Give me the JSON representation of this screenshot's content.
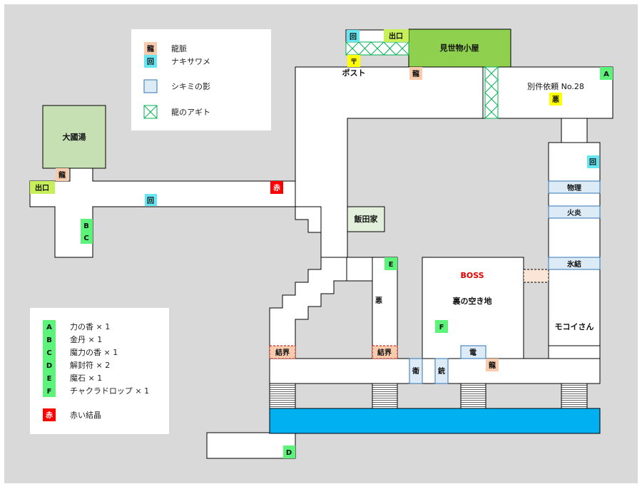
{
  "title": "",
  "colors": {
    "background": "#d9d9d9",
    "floor": "#ffffff",
    "ryu": "#f8cbad",
    "nakisawame": "#66e6f0",
    "shikimi": "#ddebf7",
    "agito": "#00b050",
    "item": "#5df27a",
    "aka": "#ff0000",
    "post": "#ffff00",
    "aku": "#ffff00",
    "misemono": "#8fd14f",
    "ookuni": "#c6e0b4",
    "water": "#00b0f0"
  },
  "rooms": {
    "misemono": "見世物小屋",
    "ookuni": "大國湯",
    "iida": "飯田家",
    "ura": "裏の空き地",
    "boss": "BOSS",
    "mokoi": "モコイさん",
    "request": "別件依頼 No.28",
    "post": "ポスト"
  },
  "markers": {
    "ryu": "龍",
    "kai": "回",
    "exit": "出口",
    "aka": "赤",
    "aku": "悪",
    "post": "〒",
    "kekkai": "結界",
    "butsuri": "物理",
    "kaen": "火炎",
    "hyouketsu": "氷結",
    "den": "電",
    "ei": "衛",
    "jyuu": "銃"
  },
  "items": {
    "A": "A",
    "B": "B",
    "C": "C",
    "D": "D",
    "E": "E",
    "F": "F"
  },
  "legend_top": [
    {
      "symbol": "龍",
      "label": "龍脈"
    },
    {
      "symbol": "回",
      "label": "ナキサワメ"
    },
    {
      "symbol": "",
      "label": "シキミの影"
    },
    {
      "symbol": "",
      "label": "龍のアギト"
    }
  ],
  "legend_items": [
    {
      "symbol": "A",
      "label": "力の香 × 1"
    },
    {
      "symbol": "B",
      "label": "金丹 × 1"
    },
    {
      "symbol": "C",
      "label": "魔力の香 × 1"
    },
    {
      "symbol": "D",
      "label": "解封符 × 2"
    },
    {
      "symbol": "E",
      "label": "魔石 × 1"
    },
    {
      "symbol": "F",
      "label": "チャクラドロップ × 1"
    },
    {
      "symbol": "赤",
      "label": "赤い結晶"
    }
  ]
}
